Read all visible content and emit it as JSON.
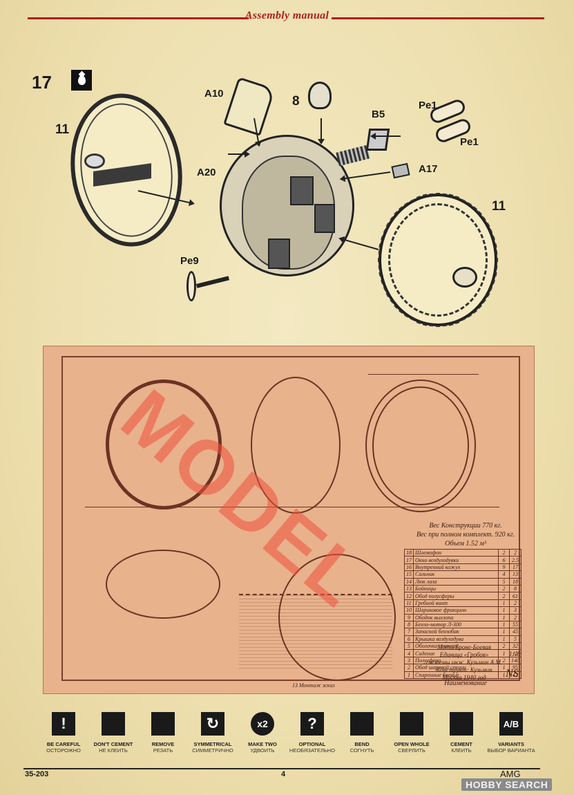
{
  "header": {
    "title": "Assembly manual"
  },
  "step": {
    "number": "17"
  },
  "parts": {
    "a10": "A10",
    "p8": "8",
    "b5": "B5",
    "pe1_top": "Pe1",
    "pe1_bottom": "Pe1",
    "a17": "A17",
    "a20": "A20",
    "p11_left": "11",
    "p11_right": "11",
    "pe9": "Pe9"
  },
  "blueprint": {
    "watermark": "MODEL",
    "spec_top1": "Вес Конструкции 770 кг.",
    "spec_top2": "Вес при полном комплект. 920 кг.",
    "spec_top3": "Объем 1.52 м³",
    "table": [
      [
        "18",
        "Шлемофон",
        "2",
        "2"
      ],
      [
        "17",
        "Окно воздуходувки",
        "6",
        "2.5"
      ],
      [
        "16",
        "Внутренний кожух",
        "9",
        "17"
      ],
      [
        "15",
        "Сальник",
        "4",
        "13"
      ],
      [
        "14",
        "Люк лаза",
        "5",
        "18"
      ],
      [
        "13",
        "Бойницы",
        "2",
        "8"
      ],
      [
        "12",
        "Обод полусферы",
        "2",
        "61"
      ],
      [
        "11",
        "Гребной винт",
        "1",
        "2"
      ],
      [
        "10",
        "Шариковое фрикцион",
        "1",
        "3"
      ],
      [
        "9",
        "Ободок выхлопа",
        "1",
        "2"
      ],
      [
        "8",
        "Бензо-мотор Л-300",
        "1",
        "55"
      ],
      [
        "7",
        "Запасной бензобак",
        "1",
        "45"
      ],
      [
        "6",
        "Крышка воздуходува",
        "1",
        "5"
      ],
      [
        "5",
        "Оболочка сектора",
        "2",
        "32"
      ],
      [
        "4",
        "Сидение",
        "1",
        "12"
      ],
      [
        "3",
        "Полусфера",
        "2",
        "140"
      ],
      [
        "2",
        "Обод шаровой секции",
        "1",
        "95"
      ],
      [
        "1",
        "Спаренные боевые",
        "1",
        "42"
      ]
    ],
    "table_footer": "Наименование",
    "title_lines": [
      "Мото-Броне-Боевая",
      "Единица «Гробов»",
      "системы инж. Кузьмин А.М.",
      "Конструкт: Кузьмин",
      "Москва 1940 год"
    ],
    "scale": "1:10",
    "signature": "NS",
    "bottom_note": "13 Монтаж эскиз"
  },
  "legend": [
    {
      "icon": "!",
      "en": "BE CAREFUL",
      "ru": "ОСТОРОЖНО"
    },
    {
      "icon": "",
      "en": "DON'T CEMENT",
      "ru": "НЕ КЛЕИТЬ"
    },
    {
      "icon": "",
      "en": "REMOVE",
      "ru": "РЕЗАТЬ"
    },
    {
      "icon": "↻",
      "en": "SYMMETRICAL",
      "ru": "СИММЕТРИЧНО"
    },
    {
      "icon": "x2",
      "en": "MAKE TWO",
      "ru": "УДВОИТЬ"
    },
    {
      "icon": "?",
      "en": "OPTIONAL",
      "ru": "НЕОБЯЗАТЕЛЬНО"
    },
    {
      "icon": "",
      "en": "BEND",
      "ru": "СОГНУТЬ"
    },
    {
      "icon": "",
      "en": "OPEN WHOLE",
      "ru": "СВЕРЛИТЬ"
    },
    {
      "icon": "",
      "en": "CEMENT",
      "ru": "КЛЕИТЬ"
    },
    {
      "icon": "A/B",
      "en": "VARIANTS",
      "ru": "ВЫБОР ВАРИАНТА"
    }
  ],
  "footer": {
    "code": "35-203",
    "page": "4",
    "brand": "AMG",
    "site": "HOBBY SEARCH"
  }
}
